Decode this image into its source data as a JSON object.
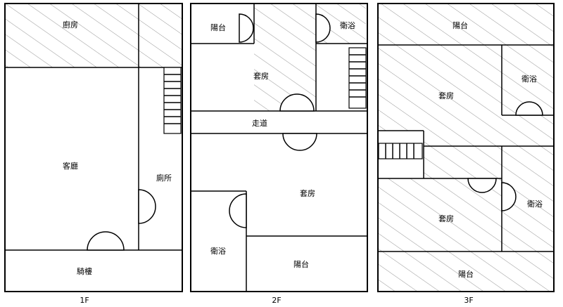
{
  "floors": {
    "f1": {
      "label": "1F",
      "rooms": {
        "kitchen": "廚房",
        "living": "客廳",
        "toilet": "廁所",
        "arcade": "騎樓"
      }
    },
    "f2": {
      "label": "2F",
      "rooms": {
        "balcony_top": "陽台",
        "bath_top": "衛浴",
        "suite_top": "套房",
        "corridor": "走道",
        "suite_main": "套房",
        "bath_bottom": "衛浴",
        "balcony_bottom": "陽台"
      }
    },
    "f3": {
      "label": "3F",
      "rooms": {
        "balcony_top": "陽台",
        "suite_top": "套房",
        "bath_right_top": "衛浴",
        "bath_right_bottom": "衛浴",
        "suite_bottom": "套房",
        "balcony_bottom": "陽台"
      }
    }
  }
}
